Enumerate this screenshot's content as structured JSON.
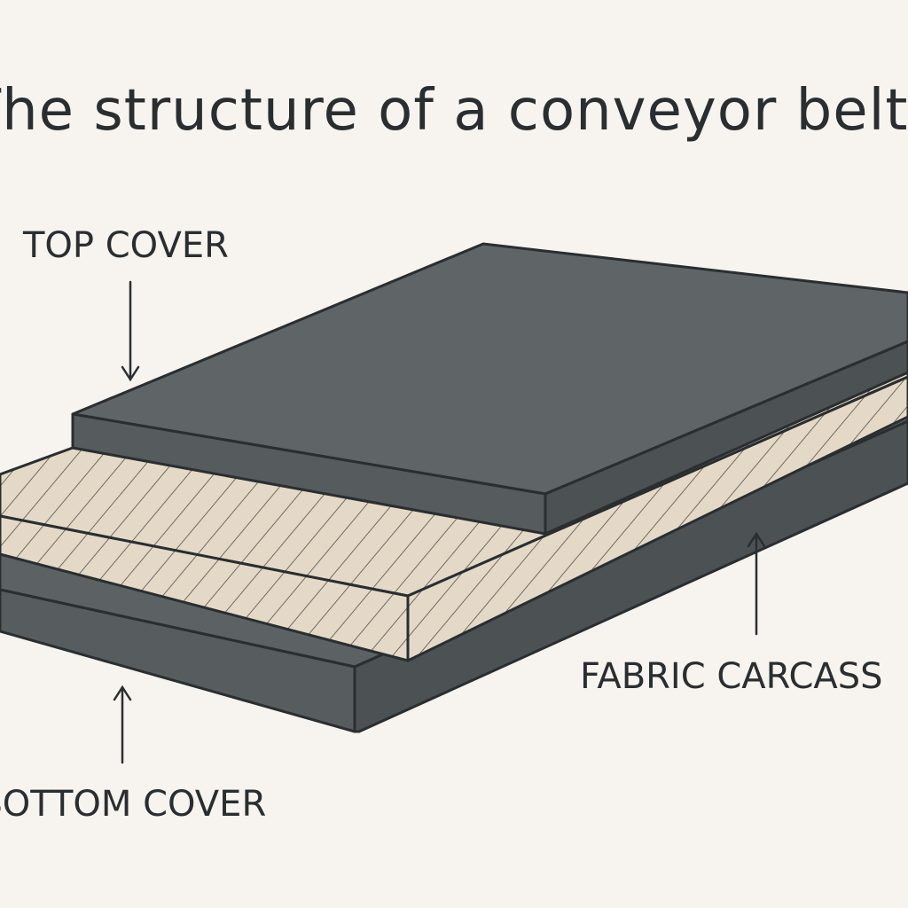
{
  "title": "The structure of a conveyor belt",
  "labels": {
    "top_cover": "TOP COVER",
    "fabric_carcass": "FABRIC CARCASS",
    "bottom_cover": "BOTTOM COVER"
  },
  "colors": {
    "background": "#f7f4ef",
    "rubber": "#5c6163",
    "rubber_side": "#4c5153",
    "fabric": "#e4d9c7",
    "outline": "#2a2e31"
  }
}
